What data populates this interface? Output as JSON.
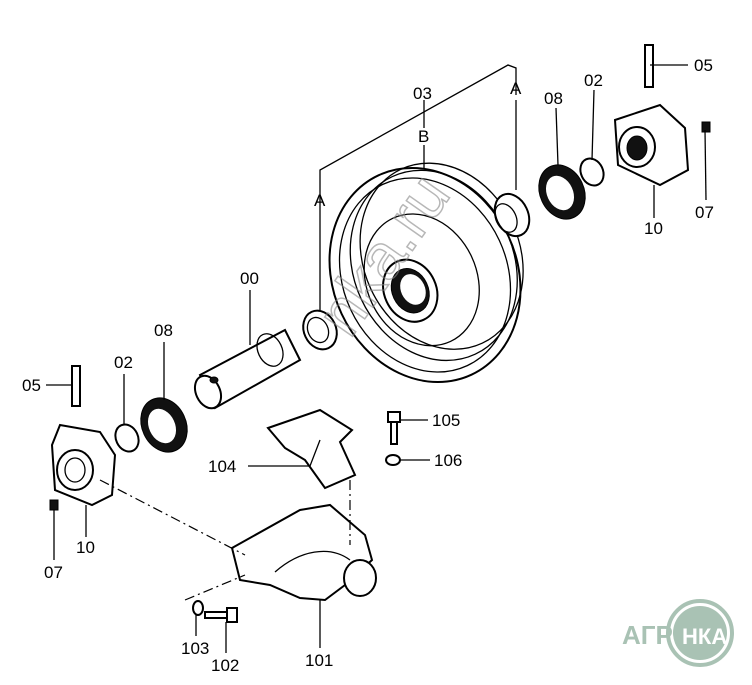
{
  "diagram": {
    "labels": {
      "p05_top": "05",
      "p02_top": "02",
      "p08_top": "08",
      "p03": "03",
      "a_top": "A",
      "b": "B",
      "a_left": "A",
      "p07_right": "07",
      "p10_right": "10",
      "p00": "00",
      "p08_left": "08",
      "p02_left": "02",
      "p05_left": "05",
      "p105": "105",
      "p106": "106",
      "p104": "104",
      "p10_left": "10",
      "p07_left": "07",
      "p103": "103",
      "p102": "102",
      "p101": "101"
    },
    "watermark": "nka.ru",
    "logo": {
      "text_left": "АГРО",
      "text_right": "НКА",
      "color": "#a9c2b4"
    }
  }
}
